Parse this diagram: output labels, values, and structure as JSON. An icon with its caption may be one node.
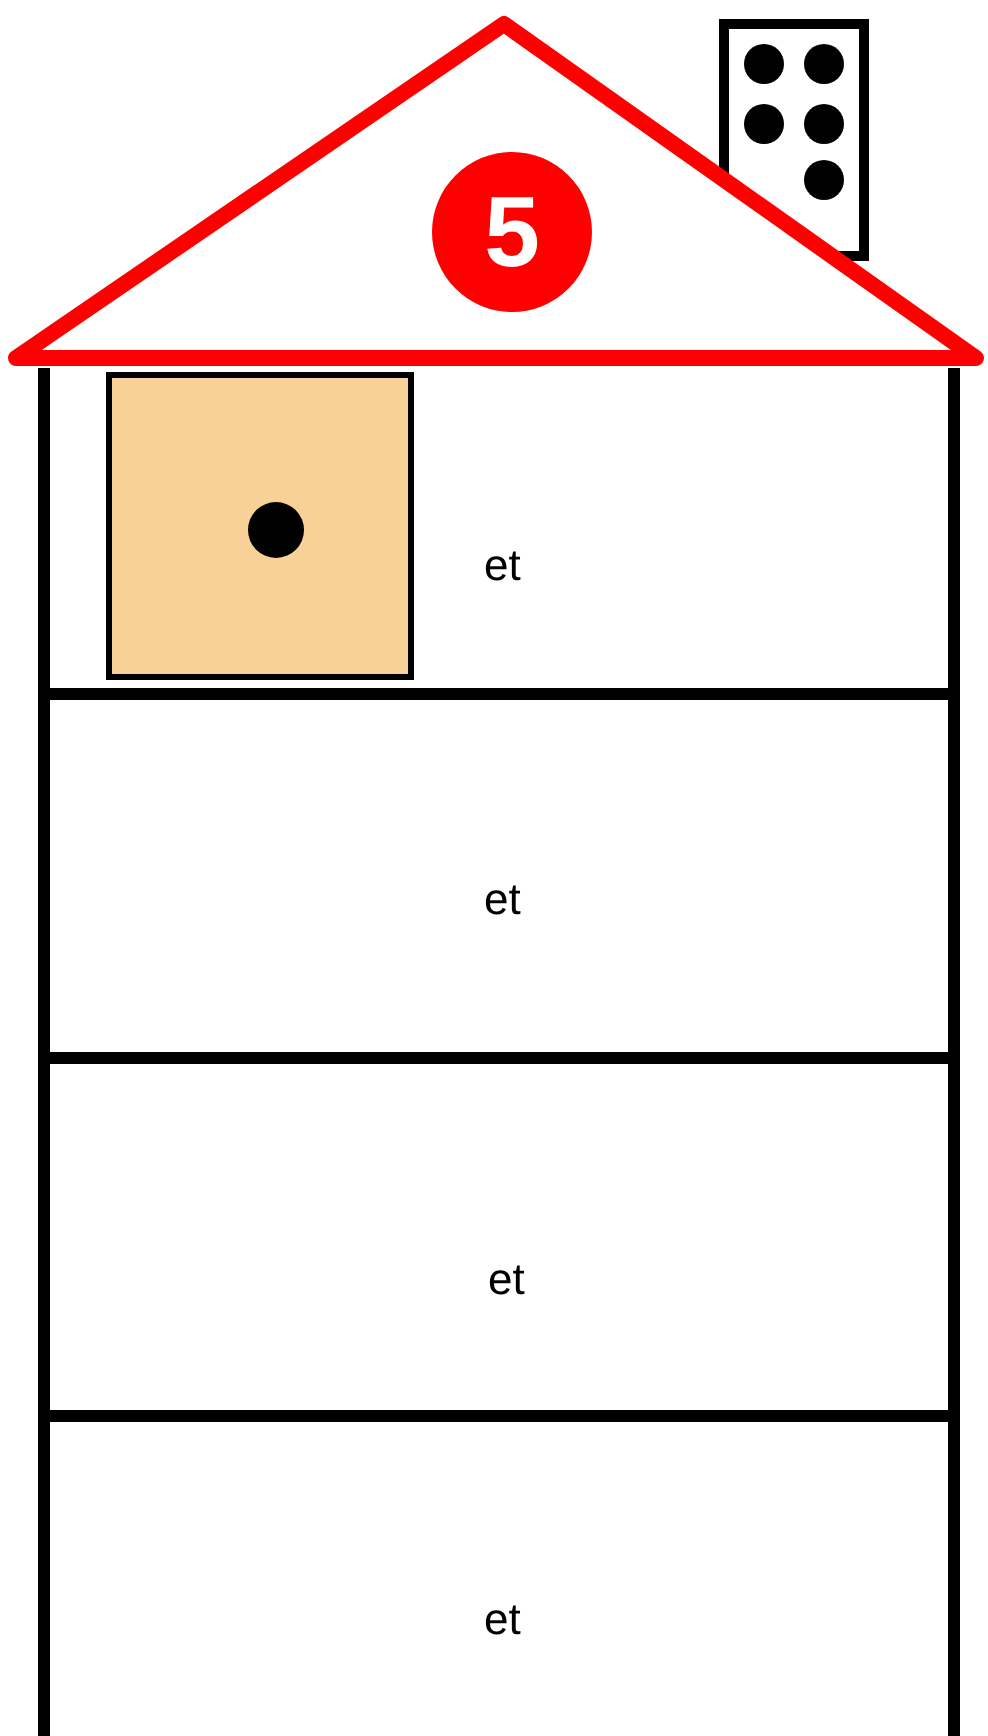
{
  "diagram": {
    "nodes": [
      {
        "text": [
          "5"
        ]
      },
      {
        "text": [
          "et"
        ]
      },
      {
        "text": [
          "et"
        ]
      },
      {
        "text": [
          "et"
        ]
      },
      {
        "text": [
          "et"
        ]
      },
      {
        "text": [],
        "shape": "box",
        "in": 1
      }
    ]
  }
}
